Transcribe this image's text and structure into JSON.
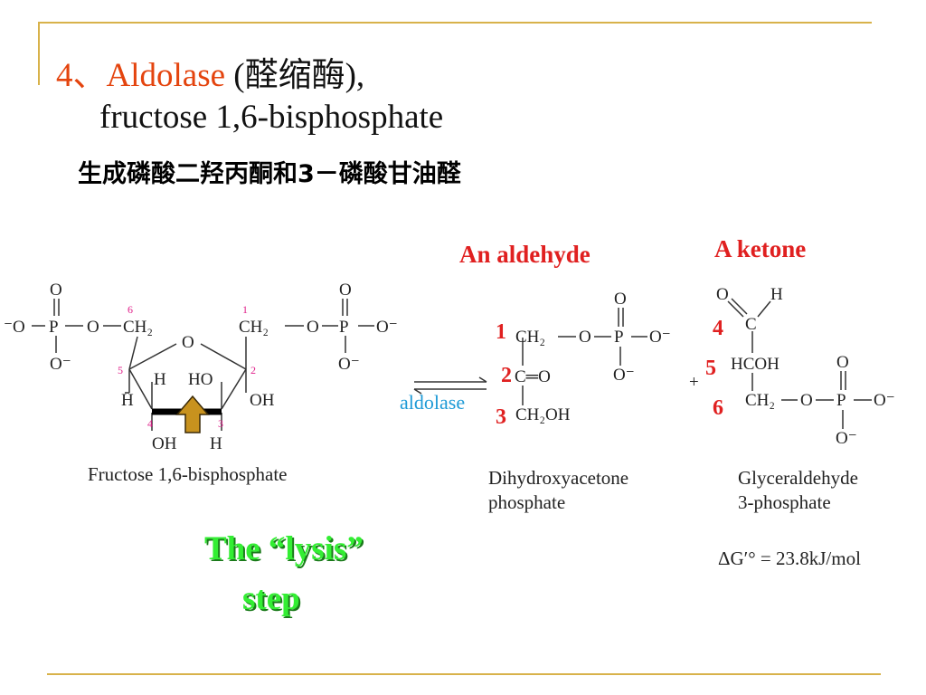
{
  "slide": {
    "title_number": "4、",
    "title_enzyme": "Aldolase",
    "title_rest": " (醛缩酶),",
    "title_line2": "fructose 1,6-bisphosphate",
    "subtitle_cn": "生成磷酸二羟丙酮和3－磷酸甘油醛",
    "label_aldehyde": "An aldehyde",
    "label_ketone": "A ketone",
    "lysis_line1": "The “lysis”",
    "lysis_line2": "step"
  },
  "diagram": {
    "enzyme_label": "aldolase",
    "plus": "+",
    "carbon_numbers": [
      "1",
      "2",
      "3",
      "4",
      "5",
      "6"
    ],
    "fructose": {
      "caption": "Fructose 1,6-bisphosphate",
      "left_phosphate": {
        "o_top": "O",
        "p": "P",
        "o_left": "⁻O",
        "o_right": "O",
        "o_bottom": "O⁻"
      },
      "c6": "CH₂",
      "ring_o": "O",
      "c1": "CH₂",
      "right_phosphate": {
        "o_bridge": "O",
        "p": "P",
        "o_top": "O",
        "o_right": "O⁻",
        "o_bottom": "O⁻"
      },
      "h_c5": "H",
      "h_c4_up": "H",
      "ho_c3_up": "HO",
      "oh_c2": "OH",
      "oh_c4_down": "OH",
      "h_c3_down": "H",
      "pos": {
        "c1": "1",
        "c2": "2",
        "c3": "3",
        "c4": "4",
        "c5": "5",
        "c6": "6"
      }
    },
    "dhap": {
      "caption_line1": "Dihydroxyacetone",
      "caption_line2": "phosphate",
      "c1": "CH₂",
      "o_bridge": "O",
      "p": "P",
      "o_top": "O",
      "o_right": "O⁻",
      "o_bottom": "O⁻",
      "c2": "C═O",
      "c3": "CH₂OH",
      "num1": "1",
      "num2": "2",
      "num3": "3"
    },
    "g3p": {
      "caption_line1": "Glyceraldehyde",
      "caption_line2": "3-phosphate",
      "o_ald": "O",
      "h_ald": "H",
      "c1": "C",
      "c2": "HCOH",
      "c3": "CH₂",
      "o_bridge": "O",
      "p": "P",
      "o_top": "O",
      "o_right": "O⁻",
      "o_bottom": "O⁻",
      "num4": "4",
      "num5": "5",
      "num6": "6"
    },
    "delta_g": "ΔG′° = 23.8kJ/mol"
  },
  "colors": {
    "accent_red": "#e4440e",
    "label_red": "#e02020",
    "lysis_green": "#33ee33",
    "enzyme_blue": "#1e9ad6",
    "rule_gold": "#d8b24a",
    "arrow_gold": "#c8921e"
  }
}
